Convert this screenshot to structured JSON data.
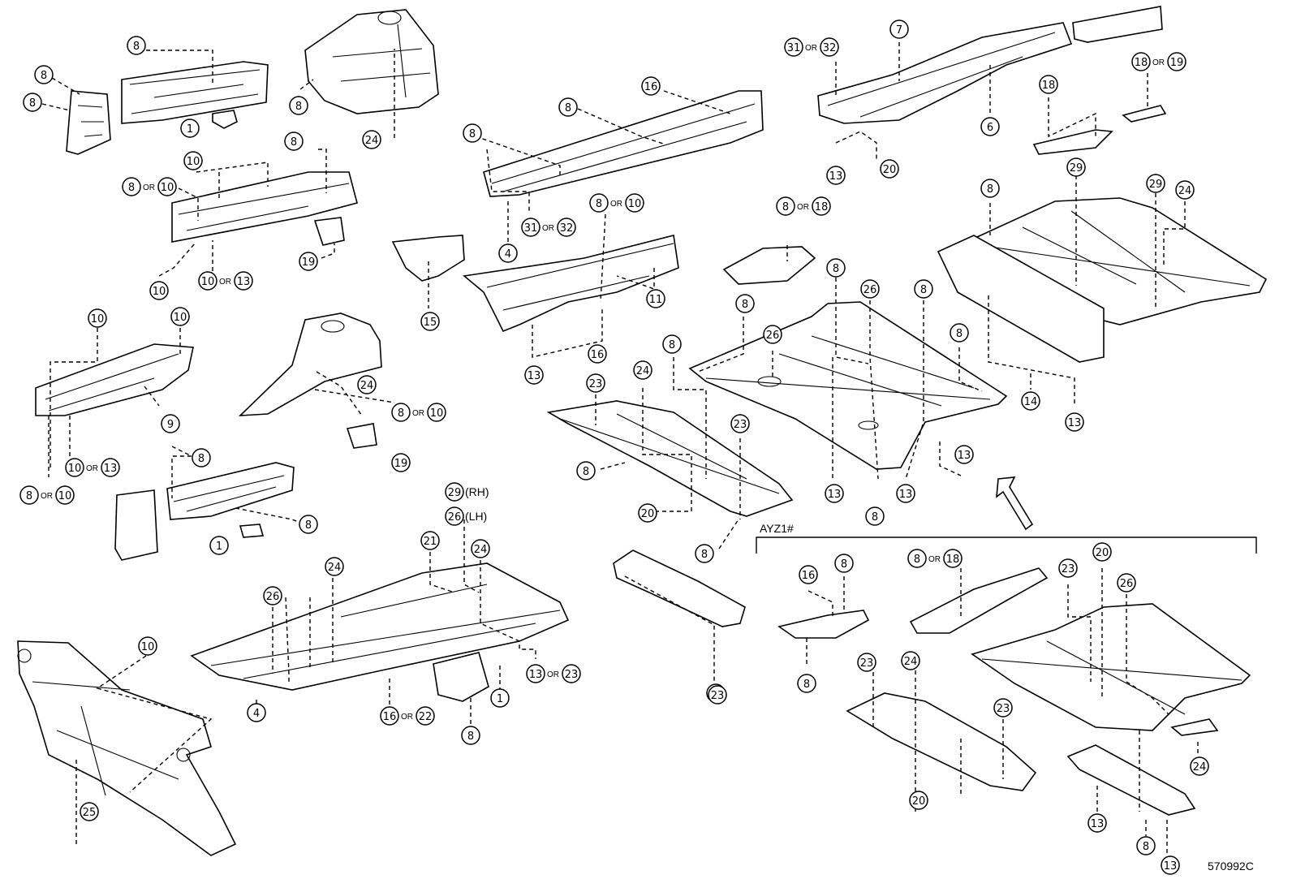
{
  "section_label": "AYZ1#",
  "catalog_number": "570992C",
  "conjunction": "OR",
  "side_rh": "(RH)",
  "side_lh": "(LH)",
  "callouts": [
    {
      "id": "c1",
      "num": "8"
    },
    {
      "id": "c2",
      "num": "8"
    },
    {
      "id": "c3",
      "num": "8"
    },
    {
      "id": "c4",
      "num": "1"
    },
    {
      "id": "c5",
      "num": "8"
    },
    {
      "id": "c6",
      "num": "24"
    },
    {
      "id": "c7",
      "num": "8"
    },
    {
      "id": "c8",
      "num": "10"
    },
    {
      "id": "c9",
      "num": "8",
      "alt": "10"
    },
    {
      "id": "c10",
      "num": "19"
    },
    {
      "id": "c11",
      "num": "10"
    },
    {
      "id": "c12",
      "num": "10",
      "alt": "13"
    },
    {
      "id": "c13",
      "num": "10"
    },
    {
      "id": "c14",
      "num": "10"
    },
    {
      "id": "c15",
      "num": "9"
    },
    {
      "id": "c16",
      "num": "10",
      "alt": "13"
    },
    {
      "id": "c17",
      "num": "8",
      "alt": "10"
    },
    {
      "id": "c18",
      "num": "8",
      "alt": "10"
    },
    {
      "id": "c19",
      "num": "24"
    },
    {
      "id": "c20",
      "num": "19"
    },
    {
      "id": "c21",
      "num": "8"
    },
    {
      "id": "c22",
      "num": "8"
    },
    {
      "id": "c23",
      "num": "1"
    },
    {
      "id": "c24",
      "num": "8"
    },
    {
      "id": "c25",
      "num": "16"
    },
    {
      "id": "c26",
      "num": "8"
    },
    {
      "id": "c27",
      "num": "31",
      "alt": "32"
    },
    {
      "id": "c28",
      "num": "4"
    },
    {
      "id": "c29",
      "num": "15"
    },
    {
      "id": "c30",
      "num": "8",
      "alt": "10"
    },
    {
      "id": "c31",
      "num": "11"
    },
    {
      "id": "c32",
      "num": "16"
    },
    {
      "id": "c33",
      "num": "13"
    },
    {
      "id": "c34",
      "num": "31",
      "alt": "32"
    },
    {
      "id": "c35",
      "num": "7"
    },
    {
      "id": "c36",
      "num": "6"
    },
    {
      "id": "c37",
      "num": "13"
    },
    {
      "id": "c38",
      "num": "20"
    },
    {
      "id": "c39",
      "num": "18",
      "alt": "19"
    },
    {
      "id": "c40",
      "num": "18"
    },
    {
      "id": "c41",
      "num": "8",
      "alt": "18"
    },
    {
      "id": "c42",
      "num": "8"
    },
    {
      "id": "c43",
      "num": "29"
    },
    {
      "id": "c44",
      "num": "29"
    },
    {
      "id": "c45",
      "num": "24"
    },
    {
      "id": "c46",
      "num": "8"
    },
    {
      "id": "c47",
      "num": "26"
    },
    {
      "id": "c48",
      "num": "8"
    },
    {
      "id": "c49",
      "num": "8"
    },
    {
      "id": "c50",
      "num": "26"
    },
    {
      "id": "c51",
      "num": "8"
    },
    {
      "id": "c52",
      "num": "8"
    },
    {
      "id": "c53",
      "num": "13"
    },
    {
      "id": "c54",
      "num": "13"
    },
    {
      "id": "c55",
      "num": "8"
    },
    {
      "id": "c56",
      "num": "13"
    },
    {
      "id": "c57",
      "num": "14"
    },
    {
      "id": "c58",
      "num": "13"
    },
    {
      "id": "c59",
      "num": "23"
    },
    {
      "id": "c60",
      "num": "24"
    },
    {
      "id": "c61",
      "num": "8"
    },
    {
      "id": "c62",
      "num": "23"
    },
    {
      "id": "c63",
      "num": "8"
    },
    {
      "id": "c64",
      "num": "20"
    },
    {
      "id": "c65",
      "num": "8"
    },
    {
      "id": "c66",
      "num": "29"
    },
    {
      "id": "c67",
      "num": "26"
    },
    {
      "id": "c68",
      "num": "21"
    },
    {
      "id": "c69",
      "num": "24"
    },
    {
      "id": "c70",
      "num": "26"
    },
    {
      "id": "c71",
      "num": "24"
    },
    {
      "id": "c72",
      "num": "13",
      "alt": "23"
    },
    {
      "id": "c73",
      "num": "4"
    },
    {
      "id": "c74",
      "num": "16",
      "alt": "22"
    },
    {
      "id": "c75",
      "num": "1"
    },
    {
      "id": "c76",
      "num": "8"
    },
    {
      "id": "c77",
      "num": "10"
    },
    {
      "id": "c78",
      "num": "25"
    },
    {
      "id": "c79",
      "num": "23"
    },
    {
      "id": "c80",
      "num": "16"
    },
    {
      "id": "c81",
      "num": "8"
    },
    {
      "id": "c82",
      "num": "8"
    },
    {
      "id": "c83",
      "num": "8",
      "alt": "18"
    },
    {
      "id": "c84",
      "num": "23"
    },
    {
      "id": "c85",
      "num": "20"
    },
    {
      "id": "c86",
      "num": "26"
    },
    {
      "id": "c87",
      "num": "23"
    },
    {
      "id": "c88",
      "num": "24"
    },
    {
      "id": "c89",
      "num": "23"
    },
    {
      "id": "c90",
      "num": "20"
    },
    {
      "id": "c91",
      "num": "24"
    },
    {
      "id": "c92",
      "num": "13"
    },
    {
      "id": "c93",
      "num": "8"
    },
    {
      "id": "c94",
      "num": "13"
    }
  ]
}
